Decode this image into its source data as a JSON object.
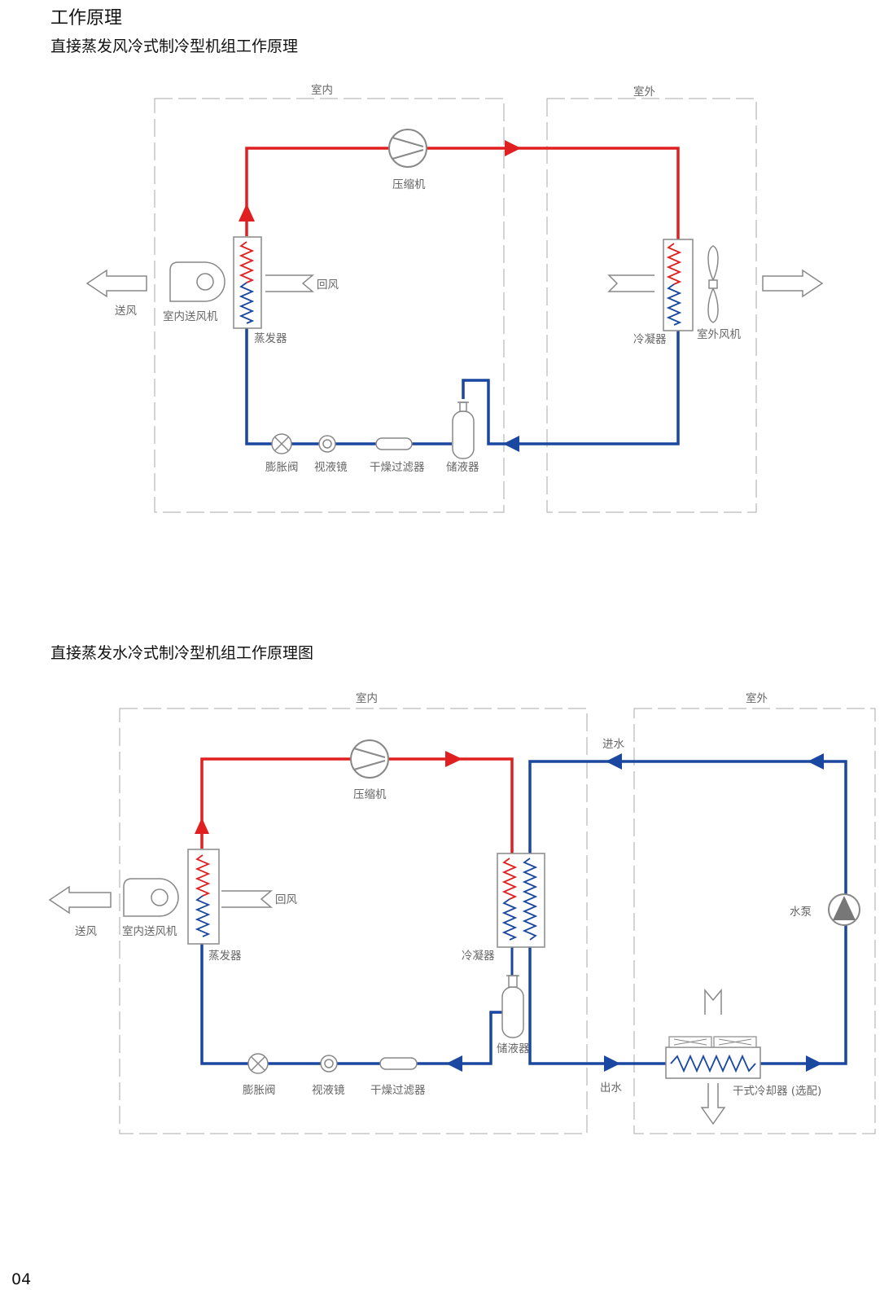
{
  "heading": "工作原理",
  "diagram1": {
    "title": "直接蒸发风冷式制冷型机组工作原理",
    "indoor": "室内",
    "outdoor": "室外",
    "compressor": "压缩机",
    "return_air": "回风",
    "supply_air": "送风",
    "indoor_fan": "室内送风机",
    "evaporator": "蒸发器",
    "condenser": "冷凝器",
    "outdoor_fan": "室外风机",
    "expansion_valve": "膨胀阀",
    "sight_glass": "视液镜",
    "dry_filter": "干燥过滤器",
    "receiver": "储液器"
  },
  "diagram2": {
    "title": "直接蒸发水冷式制冷型机组工作原理图",
    "indoor": "室内",
    "outdoor": "室外",
    "compressor": "压缩机",
    "return_air": "回风",
    "supply_air": "送风",
    "indoor_fan": "室内送风机",
    "evaporator": "蒸发器",
    "condenser": "冷凝器",
    "receiver": "储液器",
    "expansion_valve": "膨胀阀",
    "sight_glass": "视液镜",
    "dry_filter": "干燥过滤器",
    "water_in": "进水",
    "water_out": "出水",
    "pump": "水泵",
    "dry_cooler": "干式冷却器 (选配)"
  },
  "page_number": "04",
  "colors": {
    "hot_line": "#e02020",
    "cold_line": "#1a47a0",
    "frame": "#aaaaaa",
    "component": "#888888"
  }
}
